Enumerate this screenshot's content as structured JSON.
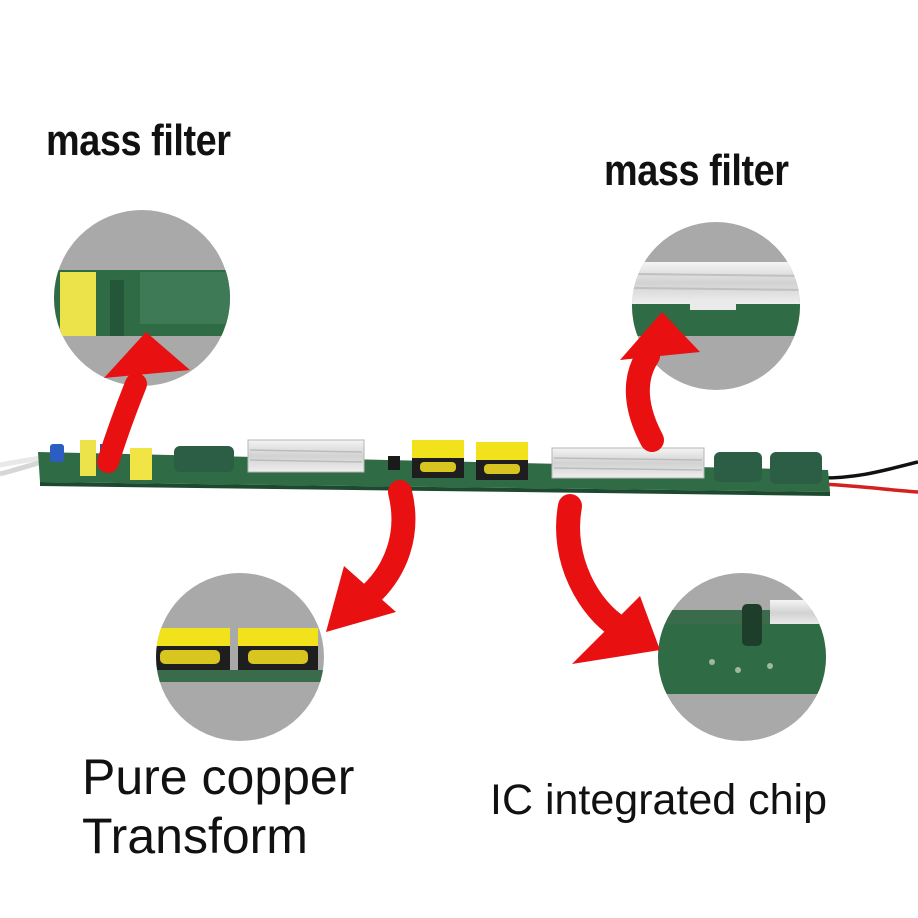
{
  "labels": {
    "top_left": "mass filter",
    "top_right": "mass filter",
    "bottom_left_line1": "Pure copper",
    "bottom_left_line2": "Transform",
    "bottom_right": "IC integrated chip"
  },
  "colors": {
    "background": "#ffffff",
    "arrow": "#e81010",
    "pcb": "#2f6b45",
    "transformer": "#f2e21b",
    "heatsink": "#dcdcdc",
    "inductor": "#2b5e44",
    "zoom_circle": "#a9a9a9",
    "text": "#111111"
  }
}
